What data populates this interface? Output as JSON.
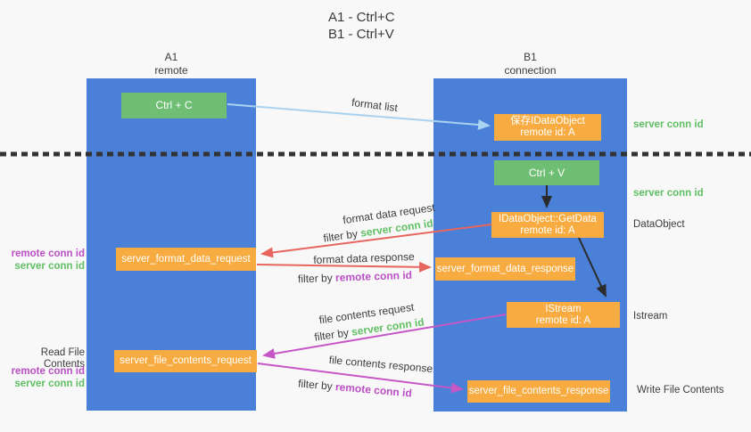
{
  "title": {
    "line1": "A1 - Ctrl+C",
    "line2": "B1 - Ctrl+V"
  },
  "lanes": {
    "a1": {
      "title": "A1",
      "subtitle": "remote"
    },
    "b1": {
      "title": "B1",
      "subtitle": "connection"
    }
  },
  "nodes": {
    "ctrl_c": {
      "label": "Ctrl + C"
    },
    "ctrl_v": {
      "label": "Ctrl + V"
    },
    "save_dataobject": {
      "line1": "保存IDataObject",
      "line2": "remote id: A"
    },
    "getdata": {
      "line1": "IDataObject::GetData",
      "line2": "remote id: A"
    },
    "istream": {
      "line1": "IStream",
      "line2": "remote id: A"
    },
    "format_request": {
      "label": "server_format_data_request"
    },
    "format_response": {
      "label": "server_format_data_response"
    },
    "file_request": {
      "label": "server_file_contents_request"
    },
    "file_response": {
      "label": "server_file_contents_response"
    }
  },
  "margin_labels": {
    "server_conn_id": "server conn id",
    "remote_conn_id": "remote conn id",
    "dataobject": "DataObject",
    "istream": "Istream",
    "read_file_contents": "Read File Contents",
    "write_file_contents": "Write File Contents"
  },
  "flow_labels": {
    "format_list": "format list",
    "format_data_request": "format data request",
    "format_data_response": "format data response",
    "file_contents_request": "file contents request",
    "file_contents_response": "file contents response",
    "filter_by": "filter by",
    "server_conn_id": "server conn id",
    "remote_conn_id": "remote conn id"
  },
  "colors": {
    "lane_blue": "#4A80D8",
    "node_green": "#6EBE73",
    "node_orange": "#F7AB40",
    "text_green": "#5FBF63",
    "text_purple": "#BB4FC5",
    "arrow_red": "#E8655F",
    "arrow_magenta": "#C657C6",
    "arrow_blue": "#A8D2F0",
    "arrow_black": "#2B2B2B",
    "separator": "#333333"
  }
}
